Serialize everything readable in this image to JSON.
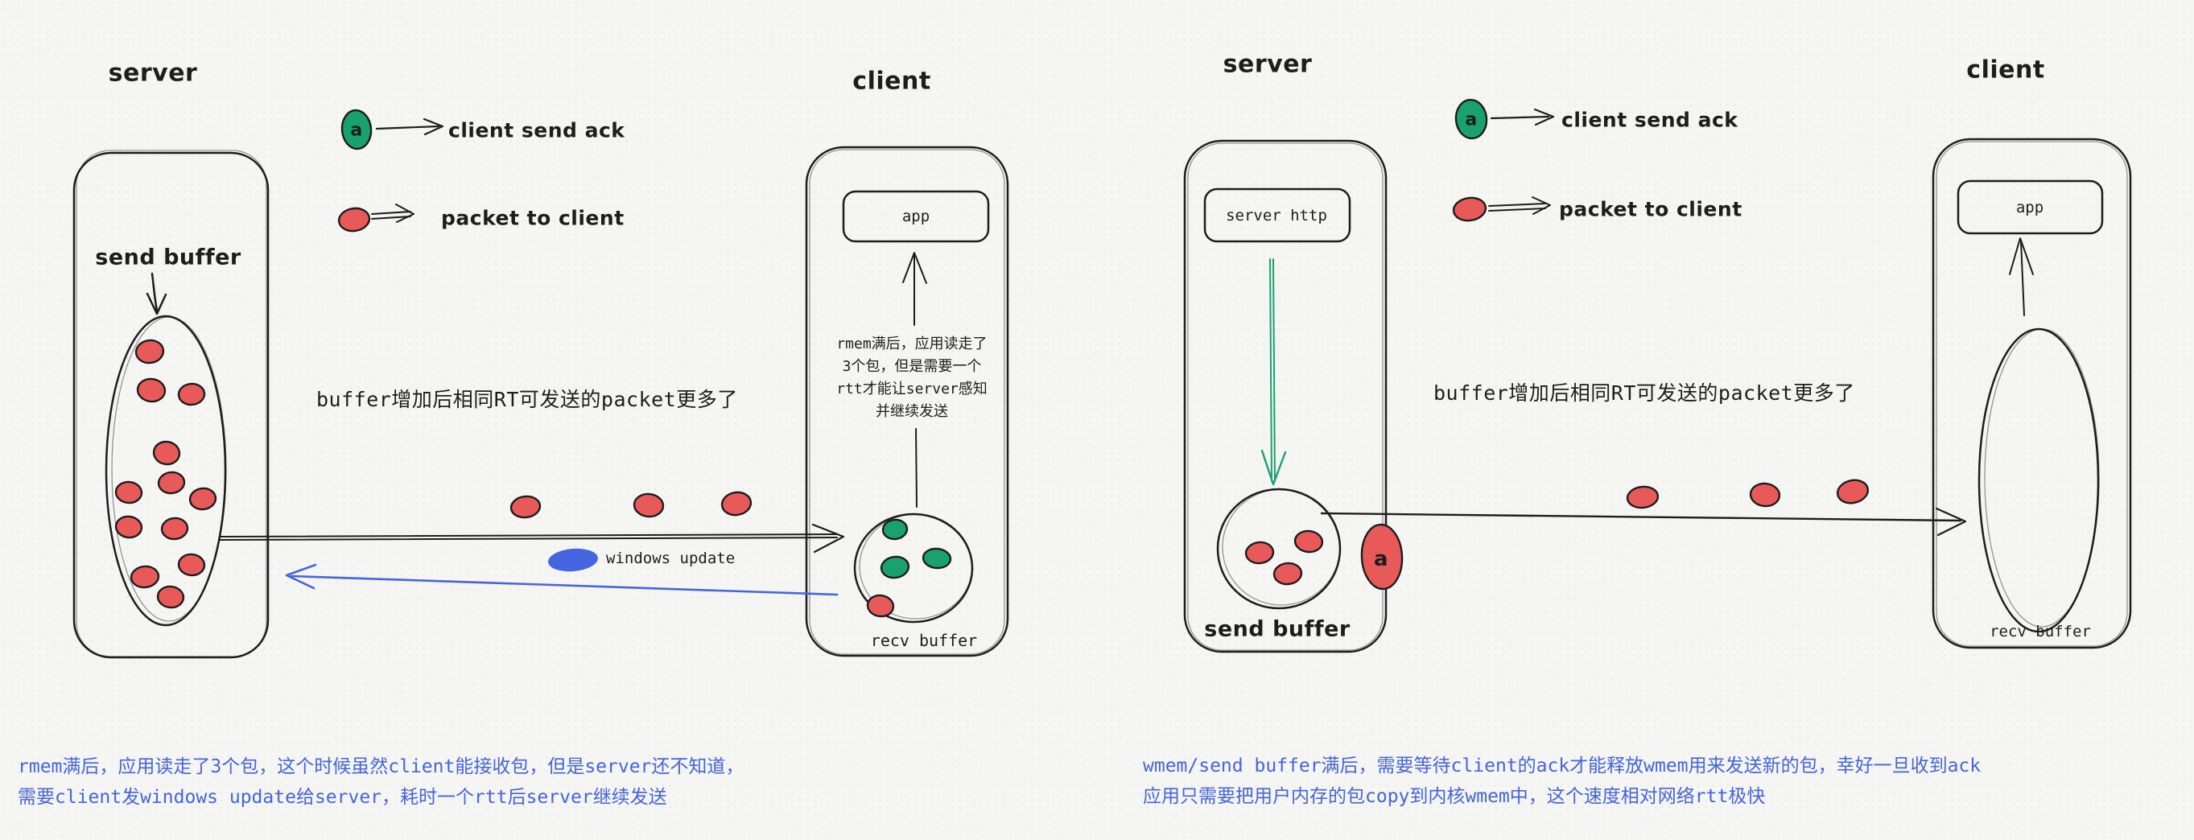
{
  "colors": {
    "background": "#f5f5f3",
    "ink": "#1d1d1d",
    "packet_red": "#e85a5a",
    "ack_green": "#1aa172",
    "note_blue": "#4565e0"
  },
  "left": {
    "server_title": "server",
    "client_title": "client",
    "legend": {
      "ack_symbol": "a",
      "ack_label": "client send ack",
      "packet_label": "packet to client"
    },
    "send_buffer_label": "send buffer",
    "app_label": "app",
    "recv_buffer_label": "recv buffer",
    "windows_update_label": "windows update",
    "mid_note": "buffer增加后相同RT可发送的packet更多了",
    "client_note_lines": [
      "rmem满后，应用读走了",
      "3个包，但是需要一个",
      "rtt才能让server感知",
      "并继续发送"
    ],
    "bottom_note_lines": [
      "rmem满后，应用读走了3个包，这个时候虽然client能接收包，但是server还不知道，",
      "需要client发windows update给server，耗时一个rtt后server继续发送"
    ],
    "packet_counts": {
      "send_buffer_red": 12,
      "in_flight_red": 3,
      "recv_buffer_green": 3,
      "recv_buffer_red": 1
    }
  },
  "right": {
    "server_title": "server",
    "client_title": "client",
    "legend": {
      "ack_symbol": "a",
      "ack_label": "client send ack",
      "packet_label": "packet to client"
    },
    "server_http_label": "server http",
    "send_buffer_label": "send buffer",
    "app_label": "app",
    "recv_buffer_label": "recv buffer",
    "ack_symbol": "a",
    "mid_note": "buffer增加后相同RT可发送的packet更多了",
    "bottom_note_lines": [
      "wmem/send buffer满后，需要等待client的ack才能释放wmem用来发送新的包，幸好一旦收到ack",
      "应用只需要把用户内存的包copy到内核wmem中，这个速度相对网络rtt极快"
    ],
    "packet_counts": {
      "send_buffer_red": 3,
      "in_flight_red": 3,
      "ack_in_transit": 1
    }
  }
}
